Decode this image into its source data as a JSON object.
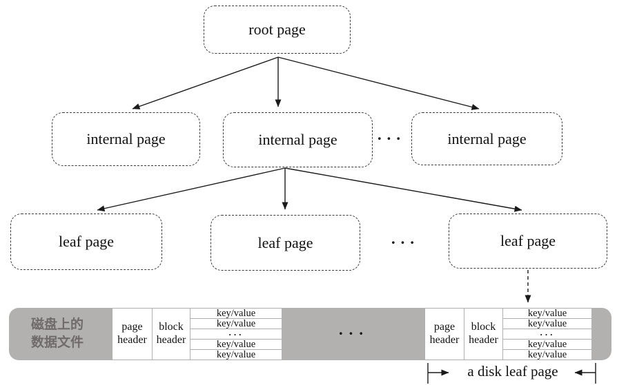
{
  "tree": {
    "root_label": "root page",
    "internal_pages": [
      {
        "label": "internal page"
      },
      {
        "label": "internal page"
      },
      {
        "label": "internal page"
      }
    ],
    "internal_row_ellipsis": "···",
    "leaf_pages": [
      {
        "label": "leaf page"
      },
      {
        "label": "leaf page"
      },
      {
        "label": "leaf page"
      }
    ],
    "leaf_row_ellipsis": "···"
  },
  "disk_strip": {
    "disk_label_line1": "磁盘上的",
    "disk_label_line2": "数据文件",
    "page_header_label": "page header",
    "block_header_label": "block header",
    "kv_rows": [
      "key/value",
      "key/value",
      "···",
      "key/value",
      "key/value"
    ],
    "middle_ellipsis": "···",
    "bracket_label": "a disk leaf page"
  },
  "colors": {
    "gray_fill": "#b3b0b0",
    "cell_border": "#aeaeae",
    "line_color": "#1a1a1a",
    "disk_label_text": "#6f6b6b"
  }
}
